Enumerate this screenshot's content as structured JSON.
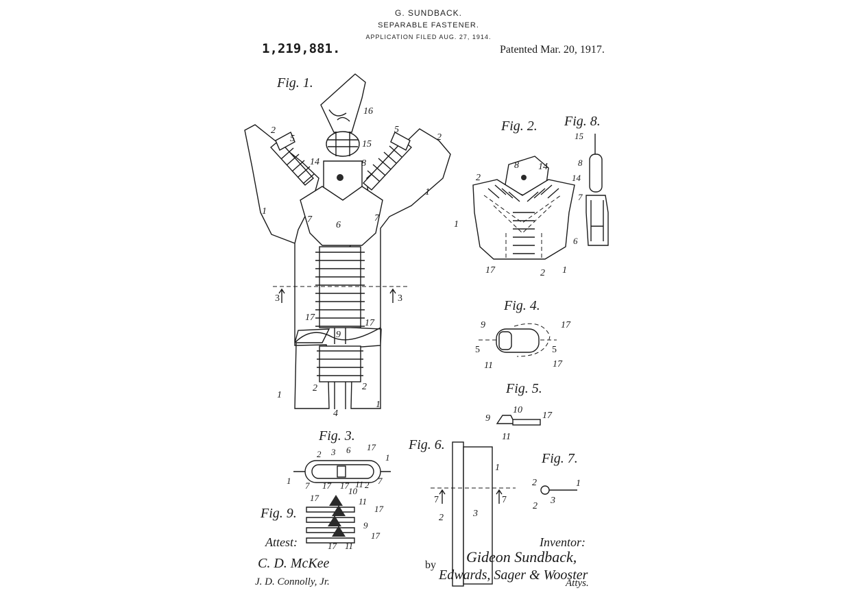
{
  "header": {
    "inventor_name": "G. SUNDBACK.",
    "title": "SEPARABLE FASTENER.",
    "filed": "APPLICATION FILED AUG. 27, 1914.",
    "patent_number": "1,219,881.",
    "patented": "Patented Mar. 20, 1917."
  },
  "figures": {
    "fig1": "Fig. 1.",
    "fig2": "Fig. 2.",
    "fig3": "Fig. 3.",
    "fig4": "Fig. 4.",
    "fig5": "Fig. 5.",
    "fig6": "Fig. 6.",
    "fig7": "Fig. 7.",
    "fig8": "Fig. 8.",
    "fig9": "Fig. 9."
  },
  "refs": {
    "r1": "1",
    "r2": "2",
    "r3": "3",
    "r4": "4",
    "r5": "5",
    "r6": "6",
    "r7": "7",
    "r8": "8",
    "r9": "9",
    "r10": "10",
    "r11": "11",
    "r14": "14",
    "r15": "15",
    "r16": "16",
    "r17": "17"
  },
  "signatures": {
    "attest": "Attest:",
    "witness1": "C. D. McKee",
    "witness2": "J. D. Connolly, Jr.",
    "inventor_label": "Inventor:",
    "inventor_sig": "Gideon Sundback,",
    "by": "by",
    "attorneys": "Edwards, Sager & Wooster",
    "attys": "Attys."
  }
}
